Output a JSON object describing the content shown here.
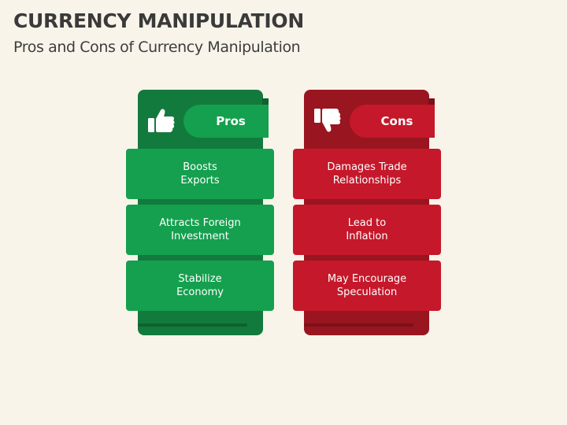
{
  "title": "CURRENCY MANIPULATION",
  "subtitle": "Pros and Cons of Currency Manipulation",
  "pros": {
    "label": "Pros",
    "icon": "thumbs-up-icon",
    "colors": {
      "panel": "#127a3c",
      "tab": "#14a04e",
      "card": "#14a04e",
      "bar": "#0e6230"
    },
    "items": [
      "Boosts\nExports",
      "Attracts Foreign\nInvestment",
      "Stabilize\nEconomy"
    ]
  },
  "cons": {
    "label": "Cons",
    "icon": "thumbs-down-icon",
    "colors": {
      "panel": "#99151f",
      "tab": "#c5182b",
      "card": "#c5182b",
      "bar": "#7d1018"
    },
    "items": [
      "Damages Trade\nRelationships",
      "Lead to\nInflation",
      "May Encourage\nSpeculation"
    ]
  }
}
